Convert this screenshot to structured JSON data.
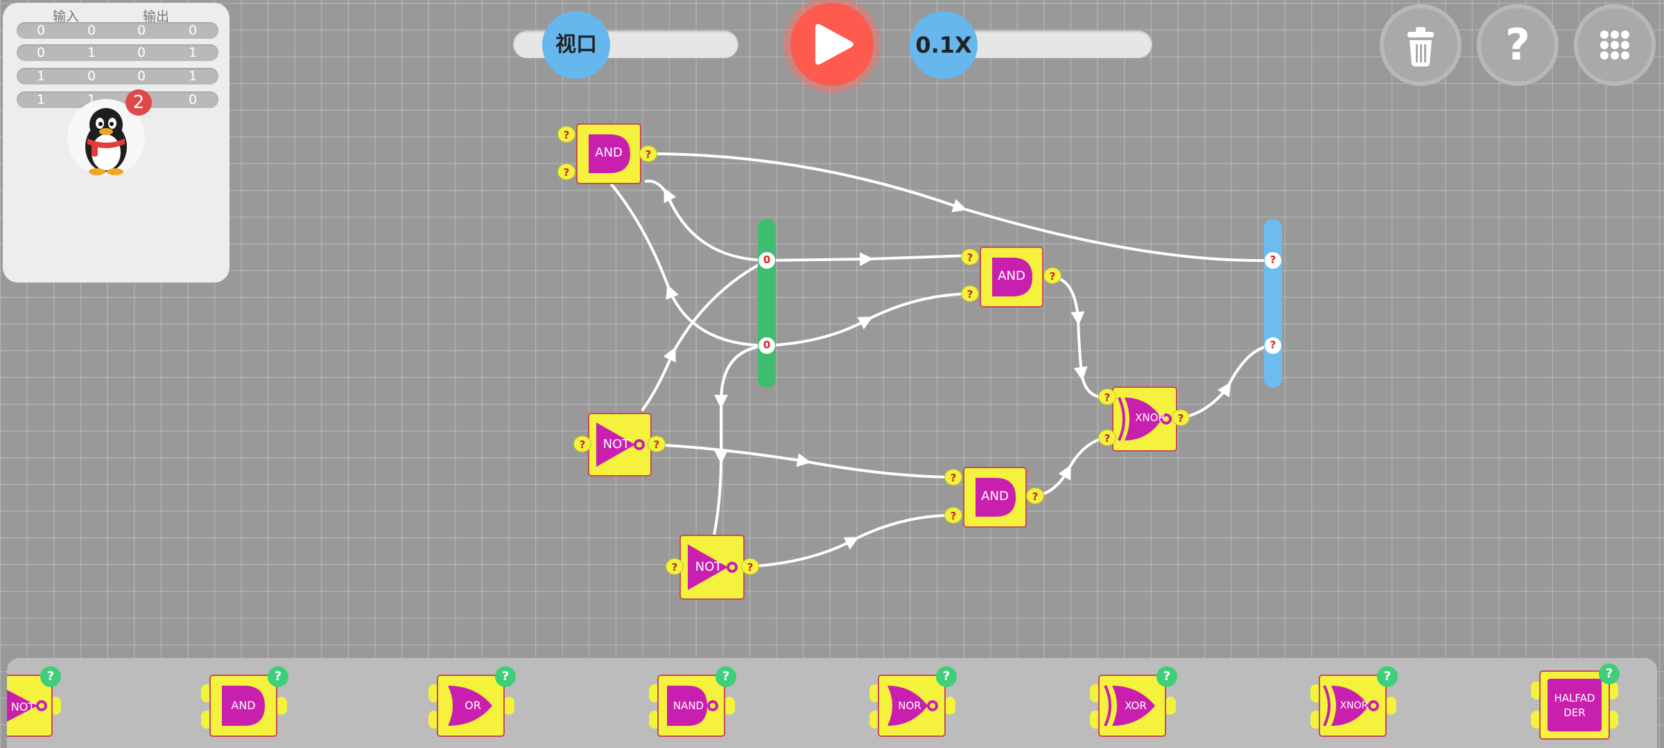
{
  "truth_table": {
    "header_input": "输入",
    "header_output": "输出",
    "rows": [
      [
        "0",
        "0",
        "0",
        "0"
      ],
      [
        "0",
        "1",
        "0",
        "1"
      ],
      [
        "1",
        "0",
        "0",
        "1"
      ],
      [
        "1",
        "1",
        "",
        "0"
      ]
    ],
    "notification_count": "2"
  },
  "toolbar": {
    "view_label": "视口",
    "speed_label": "0.1X",
    "play_icon": "play-icon",
    "trash_icon": "trash-icon",
    "help_label": "?",
    "menu_icon": "grid-menu-icon"
  },
  "circuit": {
    "gates": [
      {
        "label": "AND"
      },
      {
        "label": "AND"
      },
      {
        "label": "NOT"
      },
      {
        "label": "AND"
      },
      {
        "label": "XNOR"
      },
      {
        "label": "NOT"
      }
    ],
    "input_rail_values": [
      "0",
      "0"
    ],
    "output_rail_values": [
      "?",
      "?"
    ],
    "pin_label": "?"
  },
  "palette": {
    "items": [
      {
        "label": "NOT"
      },
      {
        "label": "AND"
      },
      {
        "label": "OR"
      },
      {
        "label": "NAND"
      },
      {
        "label": "NOR"
      },
      {
        "label": "XOR"
      },
      {
        "label": "XNOR"
      },
      {
        "label": "HALFADDER"
      }
    ],
    "badge_label": "?"
  },
  "colors": {
    "gate_body": "#f4f23c",
    "gate_symbol": "#c81fae",
    "input_rail": "#3dbd6d",
    "output_rail": "#6cbcf0",
    "play_button": "#ff5a4e",
    "slider_knob": "#66b7ee"
  }
}
